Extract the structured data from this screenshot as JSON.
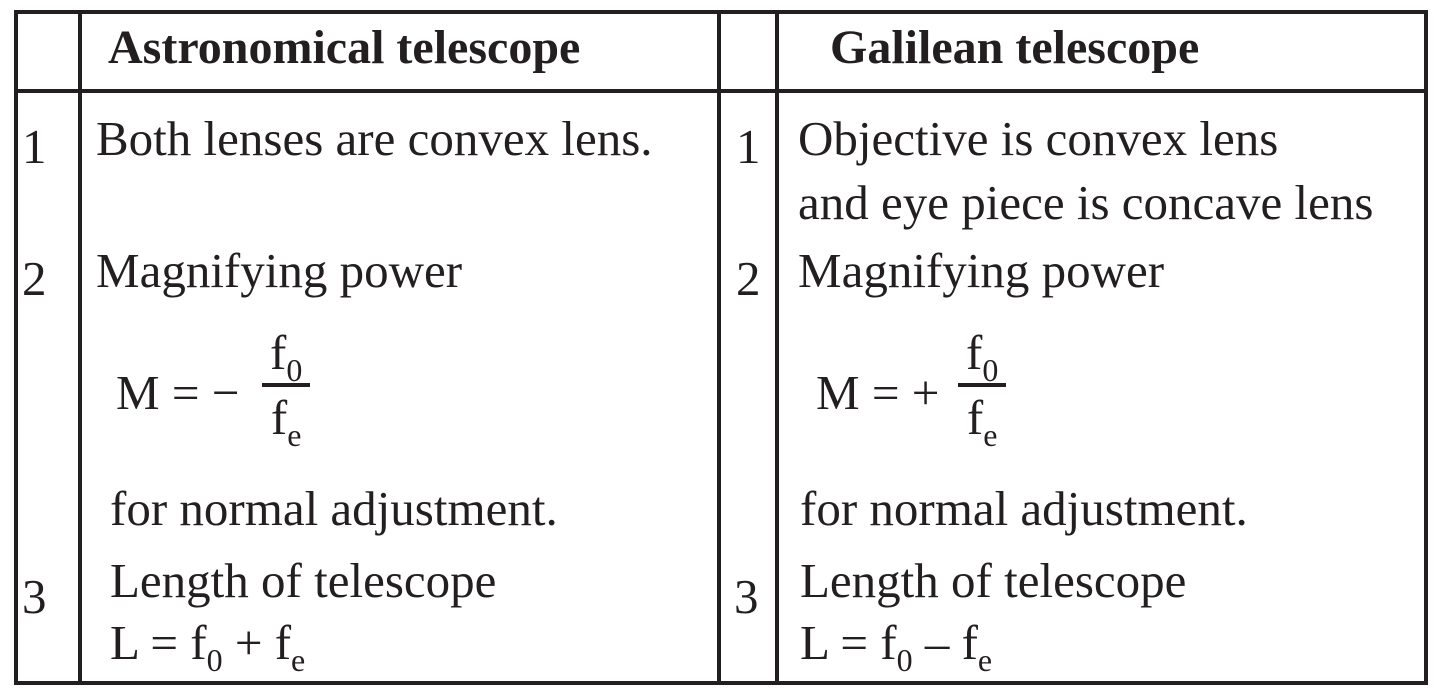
{
  "table": {
    "headers": {
      "astronomical": "Astronomical telescope",
      "galilean": "Galilean telescope"
    },
    "astronomical": {
      "row1": {
        "num": "1",
        "text": "Both lenses are convex lens."
      },
      "row2": {
        "num": "2",
        "title": "Magnifying power",
        "formula_lhs": "M = −",
        "numerator": "f",
        "numerator_sub": "0",
        "denominator": "f",
        "denominator_sub": "e",
        "note": "for normal adjustment."
      },
      "row3": {
        "num": "3",
        "title": "Length of telescope",
        "formula_a": "L = f",
        "sub_a": "0",
        "formula_b": " + f",
        "sub_b": "e"
      }
    },
    "galilean": {
      "row1": {
        "num": "1",
        "line1": "Objective is convex lens",
        "line2": "and eye piece is concave lens"
      },
      "row2": {
        "num": "2",
        "title": "Magnifying power",
        "formula_lhs": "M = +",
        "numerator": "f",
        "numerator_sub": "0",
        "denominator": "f",
        "denominator_sub": "e",
        "note": "for normal adjustment."
      },
      "row3": {
        "num": "3",
        "title": "Length of telescope",
        "formula_a": "L = f",
        "sub_a": "0",
        "formula_b": " – f",
        "sub_b": "e"
      }
    }
  }
}
